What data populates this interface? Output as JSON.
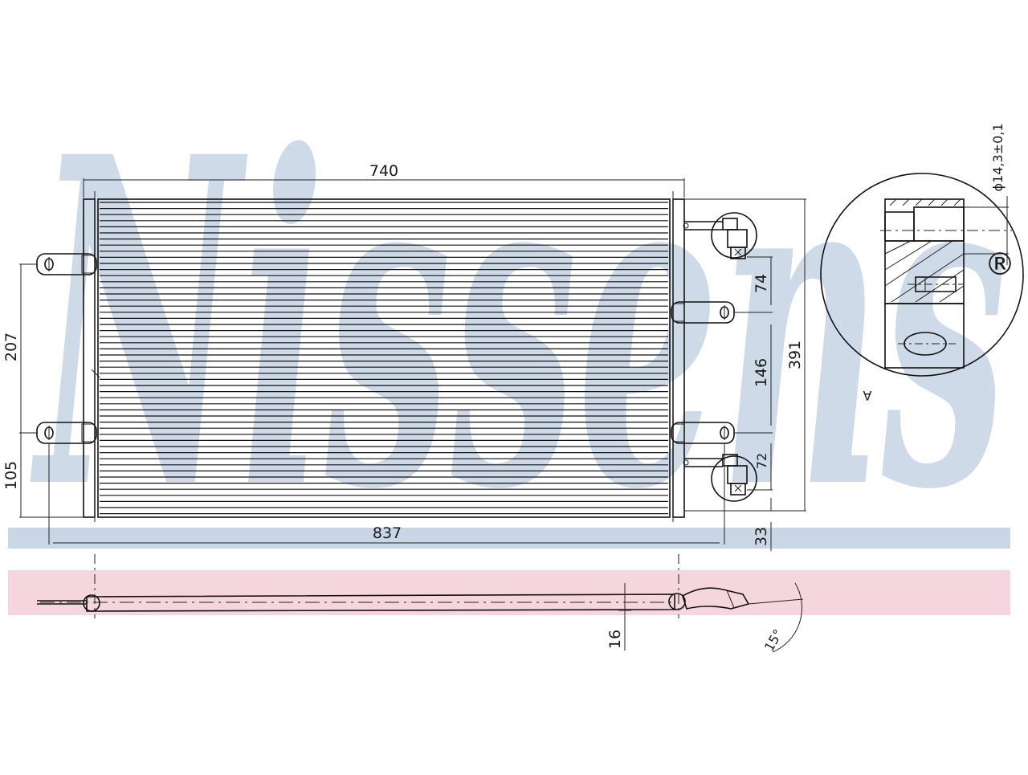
{
  "watermark": {
    "text": "Nissens",
    "registered_mark": "®",
    "color": "#cfdae8",
    "band_blue": "#c9d6e6",
    "band_pink": "#f6d6de"
  },
  "dimensions": {
    "core_width": "740",
    "overall_width": "837",
    "total_height": "391",
    "bracket_spacing_left": "207",
    "bracket_offset_left": "105",
    "pipe_spacing_top": "74",
    "bracket_spacing_right": "146",
    "pipe_spacing_bottom": "72",
    "bottom_offset": "33",
    "thickness": "16",
    "angle": "15°",
    "pipe_diameter": "ϕ14,3±0,1"
  },
  "detail": {
    "label": "A"
  }
}
